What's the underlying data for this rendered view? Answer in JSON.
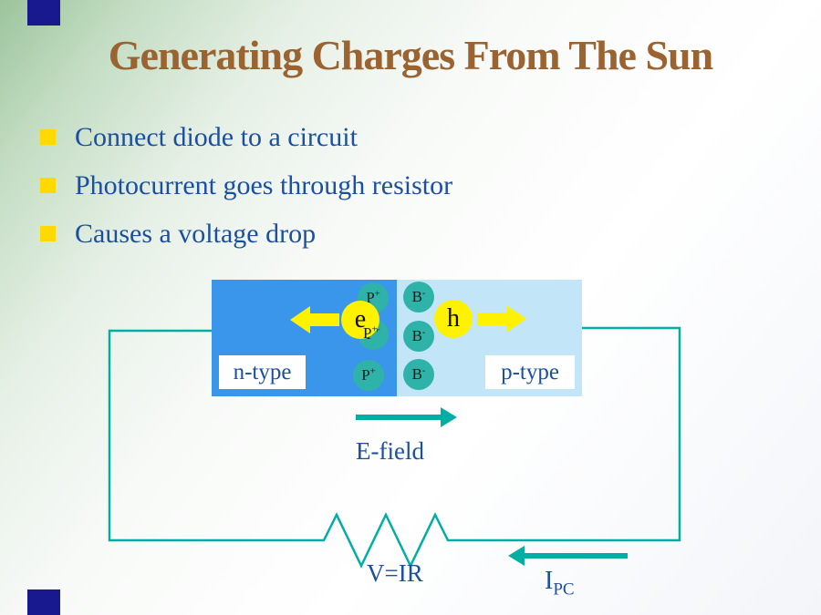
{
  "slide": {
    "title": "Generating Charges From The Sun",
    "bullets": [
      "Connect diode to a circuit",
      "Photocurrent goes through resistor",
      "Causes a voltage drop"
    ]
  },
  "diagram": {
    "n_region_label": "n-type",
    "p_region_label": "p-type",
    "donor_ion": {
      "base": "P",
      "sign": "+"
    },
    "acceptor_ion": {
      "base": "B",
      "sign": "-"
    },
    "electron_label": "e",
    "hole_label": "h",
    "efield_label": "E-field",
    "voltage_label": "V=IR",
    "current_label_base": "I",
    "current_label_sub": "PC"
  },
  "colors": {
    "title": "#9a6330",
    "body_text": "#1b4fa0",
    "bullet": "#ffd900",
    "n_region": "#3a96ea",
    "p_region": "#c3e5f8",
    "ion": "#2fb3a9",
    "carrier": "#fff200",
    "wire": "#00aea4",
    "corner_bar": "#18188f"
  }
}
